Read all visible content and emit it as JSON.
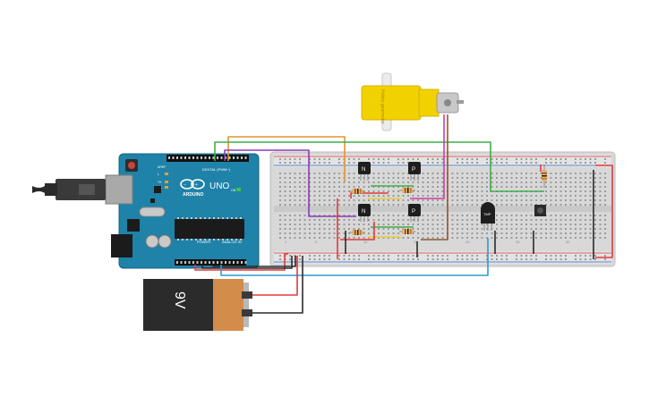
{
  "board": {
    "logo": "ARDUINO",
    "model": "UNO",
    "header_digital": "DIGITAL (PWM~)",
    "header_power": "POWER",
    "header_analog": "ANALOG IN",
    "tx_label": "TX",
    "rx_label": "RX",
    "l_label": "L",
    "on_label": "ON",
    "aref_label": "AREF"
  },
  "battery": {
    "label": "9V"
  },
  "motor": {
    "label": "Hobby gearmotor"
  },
  "transistors": [
    {
      "type": "N"
    },
    {
      "type": "P"
    },
    {
      "type": "N"
    },
    {
      "type": "P"
    }
  ],
  "sensor": {
    "label": "TMP"
  },
  "breadboard": {
    "column_numbers": [
      "1",
      "5",
      "10",
      "15",
      "20",
      "25",
      "30"
    ]
  },
  "wire_colors": {
    "red": "#e23b3b",
    "black": "#2b2b2b",
    "orange": "#e0962e",
    "purple": "#8a3bb8",
    "green": "#3fae4a",
    "blue": "#2e9ad0",
    "brown": "#8a5a2e",
    "magenta": "#d13fa0",
    "yellow": "#e6cf3a"
  }
}
